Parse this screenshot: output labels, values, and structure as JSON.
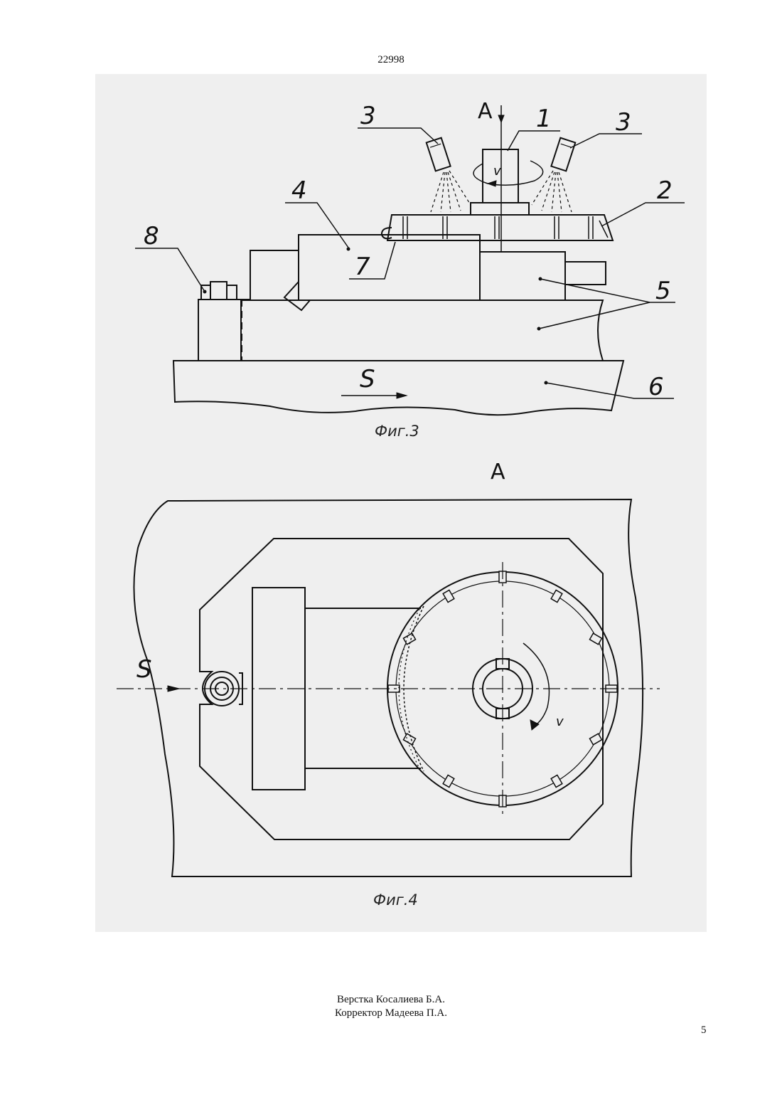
{
  "document": {
    "number": "22998",
    "page_number": "5"
  },
  "figure3": {
    "caption": "Фиг.3",
    "view_letter": "A",
    "labels": {
      "l1": "1",
      "l2": "2",
      "l3a": "3",
      "l3b": "3",
      "l4": "4",
      "l5": "5",
      "l6": "6",
      "l7": "7",
      "l8": "8",
      "feed": "S",
      "rotation": "v"
    }
  },
  "figure4": {
    "caption": "Фиг.4",
    "view_title": "A",
    "labels": {
      "feed": "S",
      "rotation": "v"
    }
  },
  "credits": {
    "layout": "Верстка Косалиева Б.А.",
    "corrector": "Корректор Мадеева П.А."
  }
}
